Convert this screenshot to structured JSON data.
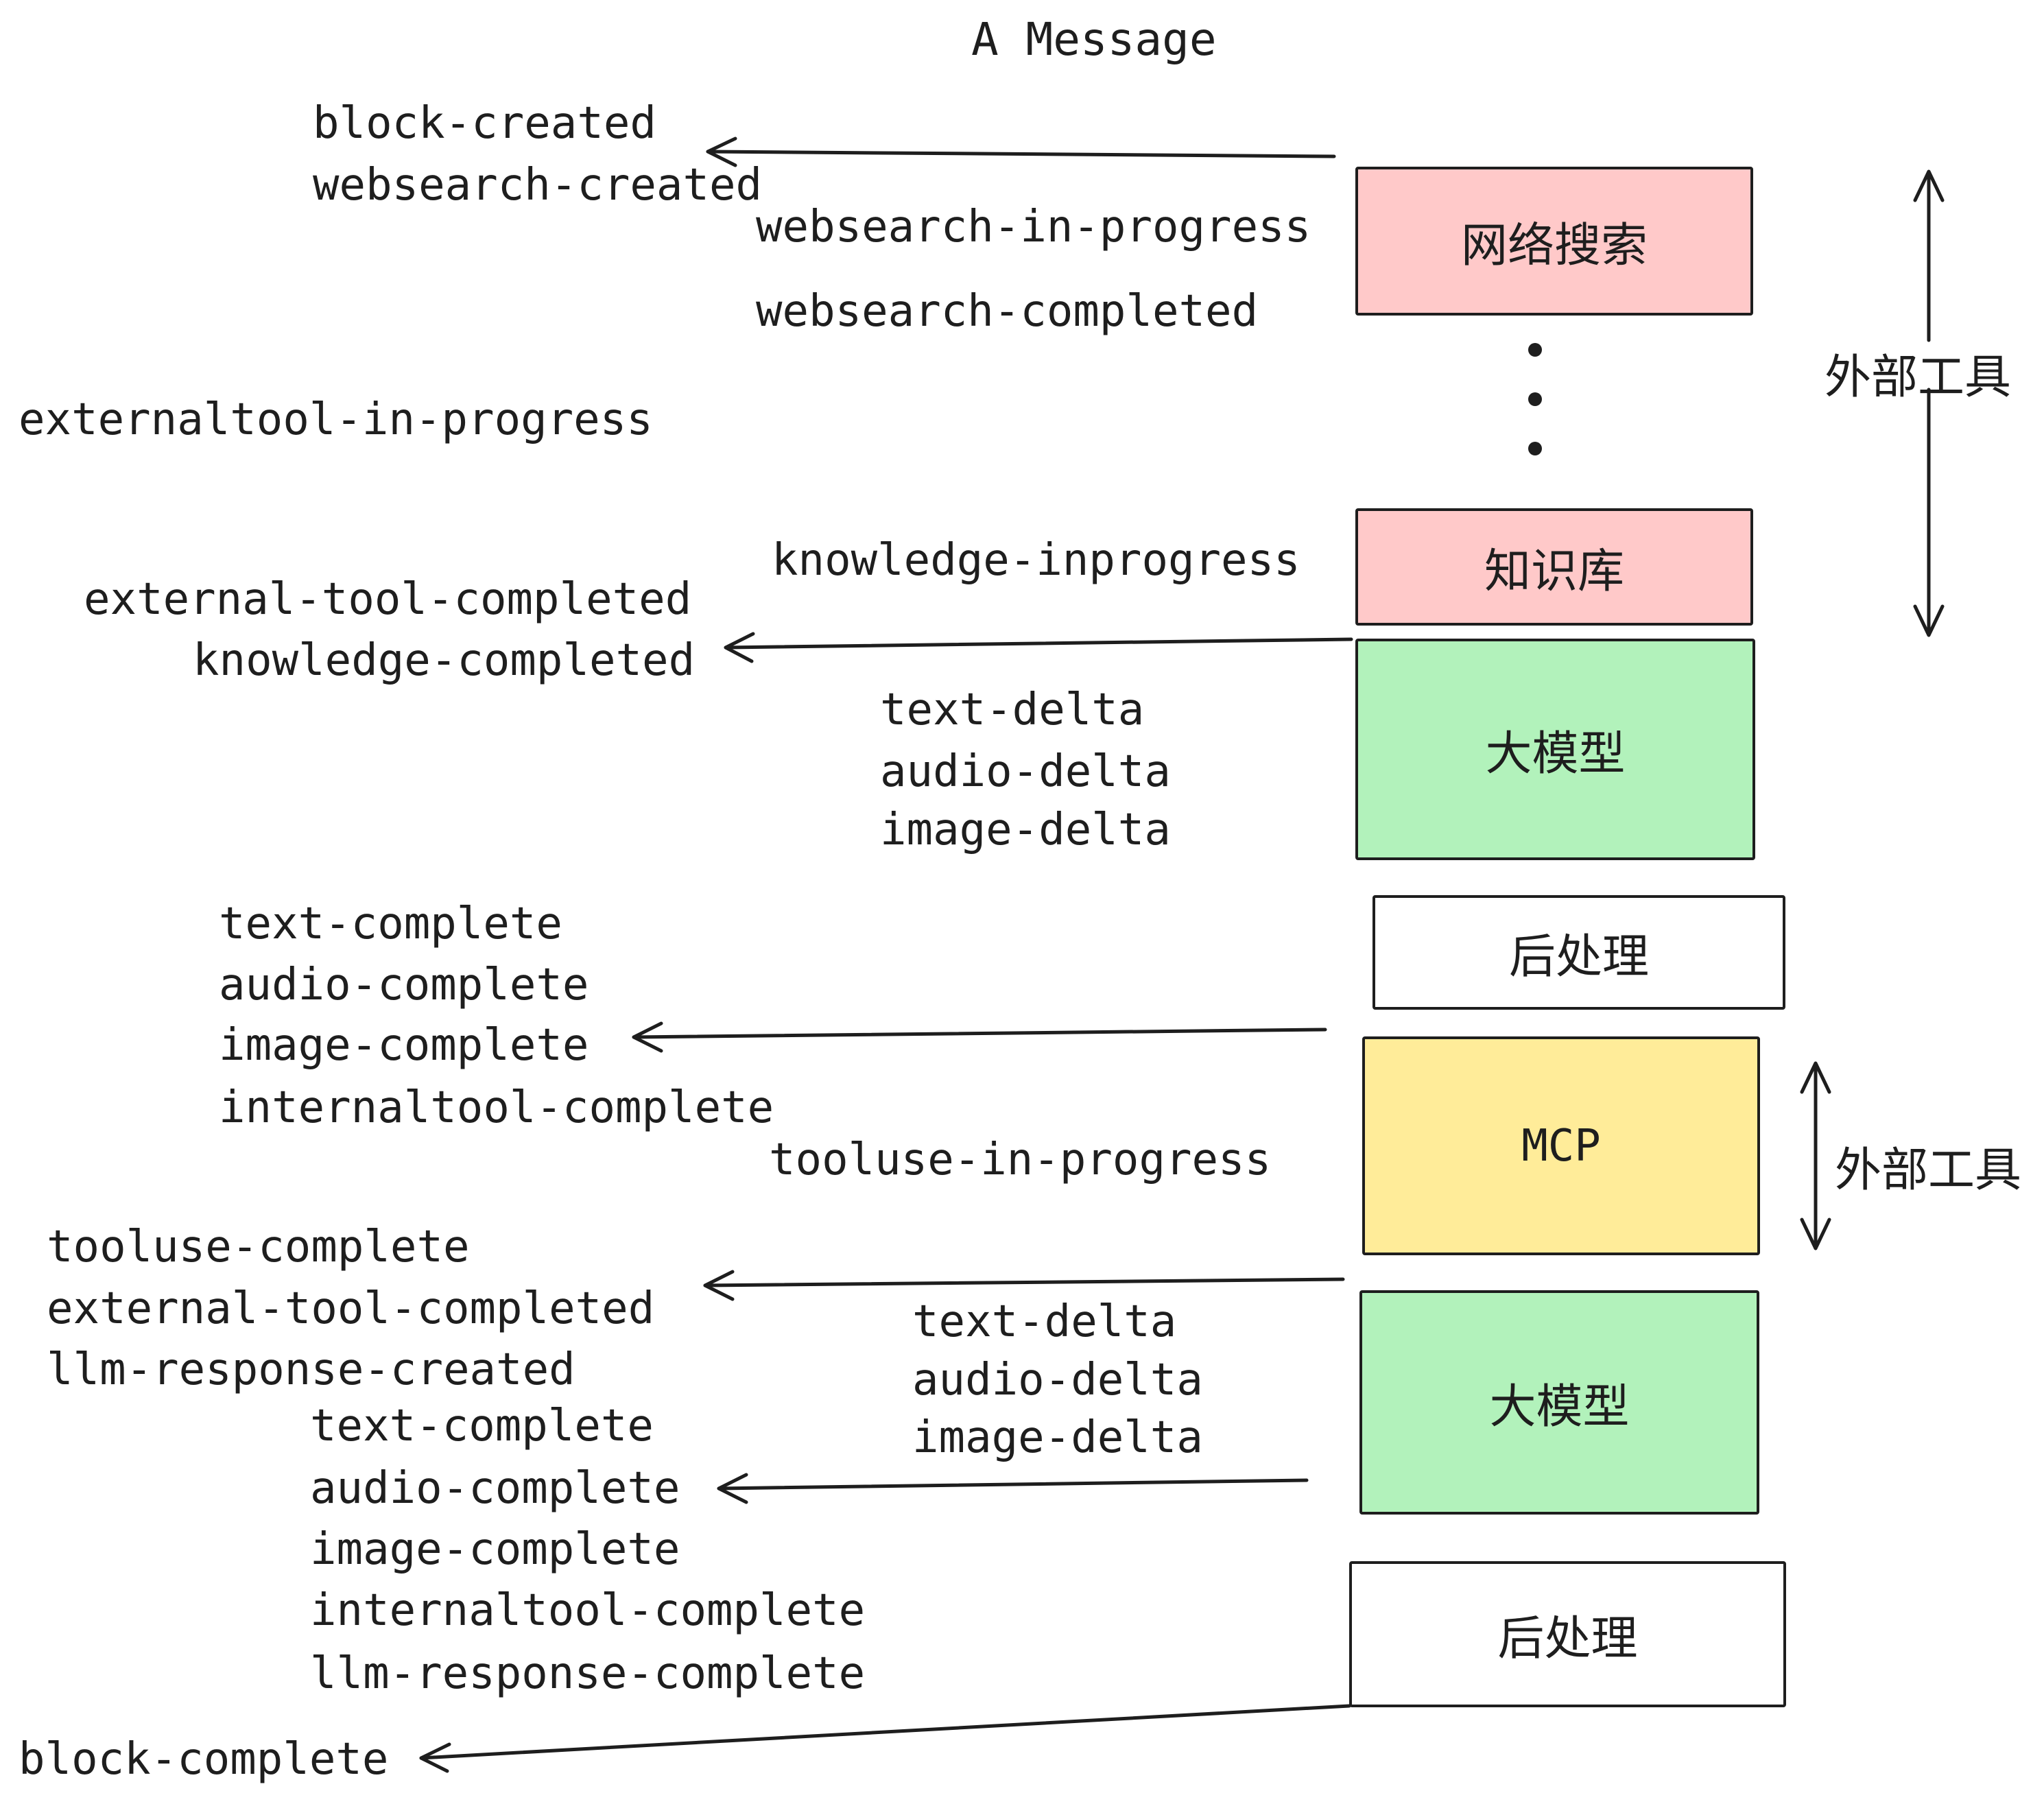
{
  "title": "A Message",
  "stages": [
    {
      "id": "websearch",
      "label": "网络搜索",
      "fill": "#ffc9c9"
    },
    {
      "id": "knowledge",
      "label": "知识库",
      "fill": "#ffc9c9"
    },
    {
      "id": "llm-1",
      "label": "大模型",
      "fill": "#b2f2bb"
    },
    {
      "id": "post-1",
      "label": "后处理",
      "fill": "#ffffff"
    },
    {
      "id": "mcp",
      "label": "MCP",
      "fill": "#ffec99"
    },
    {
      "id": "llm-2",
      "label": "大模型",
      "fill": "#b2f2bb"
    },
    {
      "id": "post-2",
      "label": "后处理",
      "fill": "#ffffff"
    }
  ],
  "annotations": {
    "external_tools_top": "外部工具",
    "external_tools_bottom": "外部工具"
  },
  "events": {
    "block_created": "block-created",
    "websearch_created": "websearch-created",
    "websearch_in_progress": "websearch-in-progress",
    "websearch_completed": "websearch-completed",
    "externaltool_in_progress": "externaltool-in-progress",
    "knowledge_inprogress": "knowledge-inprogress",
    "external_tool_completed_1": "external-tool-completed",
    "knowledge_completed": "knowledge-completed",
    "text_delta_1": "text-delta",
    "audio_delta_1": "audio-delta",
    "image_delta_1": "image-delta",
    "text_complete_1": "text-complete",
    "audio_complete_1": "audio-complete",
    "image_complete_1": "image-complete",
    "internaltool_complete_1": "internaltool-complete",
    "tooluse_in_progress": "tooluse-in-progress",
    "tooluse_complete": "tooluse-complete",
    "external_tool_completed_2": "external-tool-completed",
    "llm_response_created": "llm-response-created",
    "text_delta_2": "text-delta",
    "audio_delta_2": "audio-delta",
    "image_delta_2": "image-delta",
    "text_complete_2": "text-complete",
    "audio_complete_2": "audio-complete",
    "image_complete_2": "image-complete",
    "internaltool_complete_2": "internaltool-complete",
    "llm_response_complete": "llm-response-complete",
    "block_complete": "block-complete"
  },
  "colors": {
    "stroke": "#1e1e1e",
    "pink": "#ffc9c9",
    "green": "#b2f2bb",
    "yellow": "#ffec99",
    "white": "#ffffff",
    "background": "#ffffff"
  }
}
